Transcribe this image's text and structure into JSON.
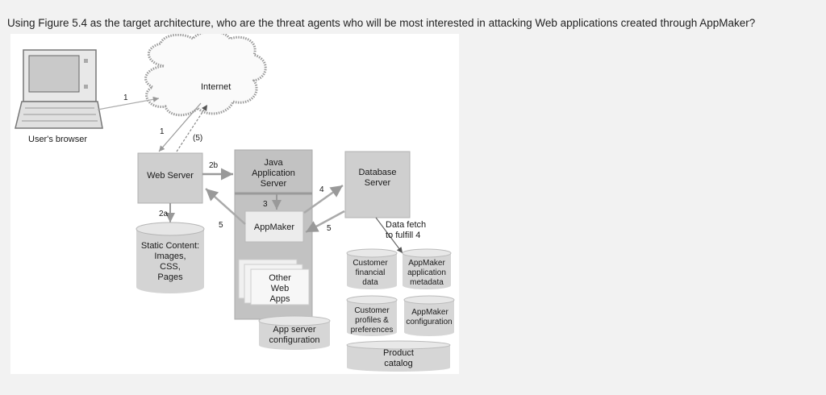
{
  "question": "Using Figure 5.4 as the target architecture, who are the threat agents who will be most interested in attacking Web applications created through AppMaker?",
  "diagram": {
    "browser_label": "User's browser",
    "internet_label": "Internet",
    "web_server_label": "Web Server",
    "java_app_server_lines": [
      "Java",
      "Application",
      "Server"
    ],
    "db_server_lines": [
      "Database",
      "Server"
    ],
    "appmaker_label": "AppMaker",
    "static_content_lines": [
      "Static Content:",
      "Images,",
      "CSS,",
      "Pages"
    ],
    "other_web_apps_lines": [
      "Other",
      "Web",
      "Apps"
    ],
    "app_server_config_lines": [
      "App server",
      "configuration"
    ],
    "data_fetch_lines": [
      "Data fetch",
      "to fulfill 4"
    ],
    "databases": {
      "customer_financial": [
        "Customer",
        "financial",
        "data"
      ],
      "appmaker_metadata": [
        "AppMaker",
        "application",
        "metadata"
      ],
      "customer_profiles": [
        "Customer",
        "profiles &",
        "preferences"
      ],
      "appmaker_config": [
        "AppMaker",
        "configuration"
      ],
      "product_catalog": [
        "Product",
        "catalog"
      ]
    },
    "flow_labels": {
      "f1_browser": "1",
      "f1_webserver": "1",
      "f5_return": "(5)",
      "f2b": "2b",
      "f2a": "2a",
      "f3": "3",
      "f4": "4",
      "f5_left": "5",
      "f5_right": "5"
    }
  }
}
